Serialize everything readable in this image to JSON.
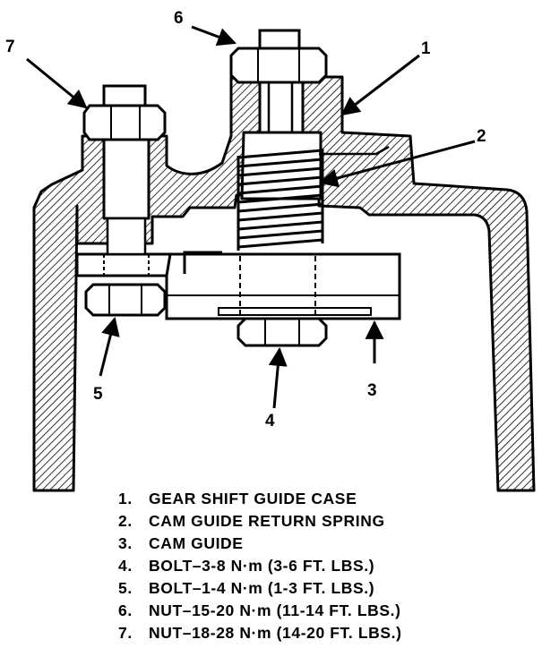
{
  "callouts": {
    "c1": "1",
    "c2": "2",
    "c3": "3",
    "c4": "4",
    "c5": "5",
    "c6": "6",
    "c7": "7"
  },
  "legend": [
    {
      "num": "1.",
      "text": "GEAR SHIFT GUIDE CASE"
    },
    {
      "num": "2.",
      "text": "CAM GUIDE RETURN SPRING"
    },
    {
      "num": "3.",
      "text": "CAM GUIDE"
    },
    {
      "num": "4.",
      "text": "BOLT–3-8 N·m (3-6 FT. LBS.)"
    },
    {
      "num": "5.",
      "text": "BOLT–1-4 N·m (1-3 FT. LBS.)"
    },
    {
      "num": "6.",
      "text": "NUT–15-20 N·m (11-14 FT. LBS.)"
    },
    {
      "num": "7.",
      "text": "NUT–18-28 N·m (14-20 FT. LBS.)"
    }
  ],
  "colors": {
    "ink": "#000000",
    "paper": "#ffffff"
  }
}
